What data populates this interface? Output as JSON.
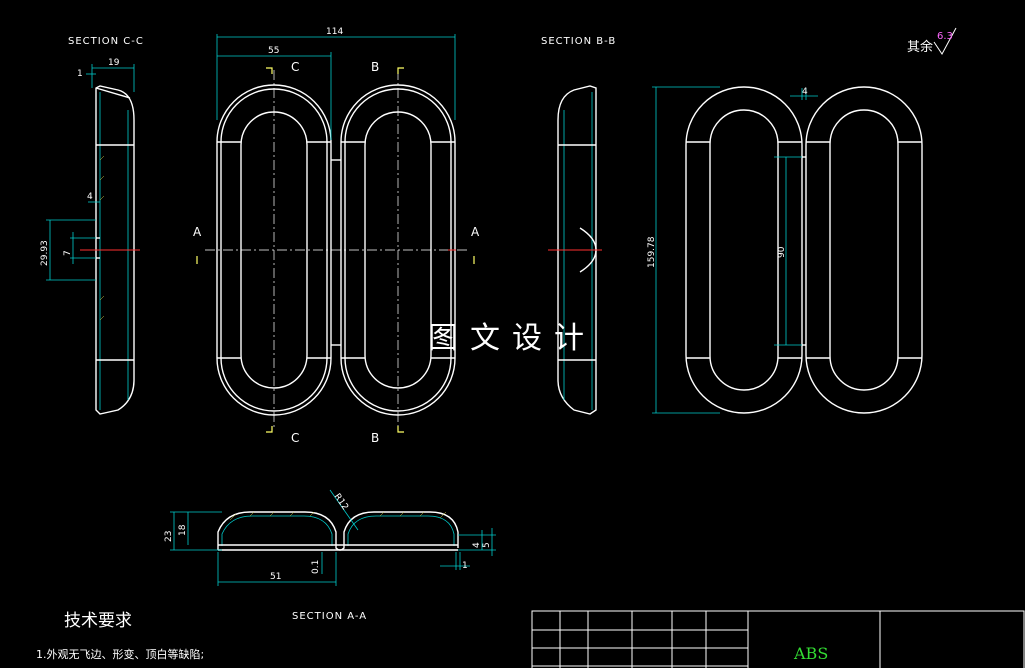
{
  "sections": {
    "cc": "SECTION C-C",
    "bb": "SECTION B-B",
    "aa": "SECTION A-A"
  },
  "cut_labels": {
    "a_left": "A",
    "a_right": "A",
    "b_top": "B",
    "b_bottom": "B",
    "c_top": "C",
    "c_bottom": "C"
  },
  "dimensions": {
    "overall_width": "114",
    "half_width": "55",
    "cc_wall": "1",
    "cc_depth": "19",
    "cc_notch": "4",
    "cc_slot": "7",
    "cc_height": "29.93",
    "side_gap": "4",
    "side_slot": "90",
    "side_height": "159.78",
    "aa_total": "23",
    "aa_body": "18",
    "aa_radius": "R12",
    "aa_gap": "0.1",
    "aa_width": "51",
    "aa_tab_h": "4",
    "aa_tab_h2": "5",
    "aa_tab_w": "1"
  },
  "roughness": {
    "label": "其余",
    "value": "6.3"
  },
  "watermark": "图文设计",
  "technical": {
    "title": "技术要求",
    "item1": "1.外观无飞边、形变、顶白等缺陷;"
  },
  "title_block": {
    "material": "ABS"
  }
}
